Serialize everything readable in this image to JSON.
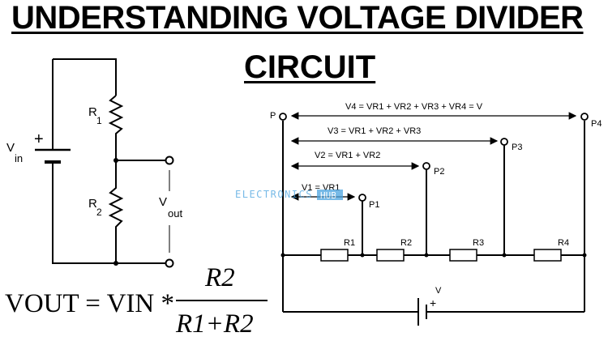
{
  "title": {
    "line1": "UNDERSTANDING VOLTAGE DIVIDER",
    "line2": "CIRCUIT"
  },
  "left_circuit": {
    "vin": "V",
    "vin_sub": "in",
    "plus": "+",
    "r1": "R",
    "r1_sub": "1",
    "r2": "R",
    "r2_sub": "2",
    "vout": "V",
    "vout_sub": "out"
  },
  "formula": {
    "lhs": "VOUT = VIN *",
    "numerator": "R2",
    "denominator": "R1+R2"
  },
  "right_circuit": {
    "eq_v4": "V4 = VR1 + VR2 + VR3 + VR4 = V",
    "eq_v3": "V3 = VR1 + VR2 + VR3",
    "eq_v2": "V2 = VR1 + VR2",
    "eq_v1": "V1 = VR1",
    "p": "P",
    "p1": "P1",
    "p2": "P2",
    "p3": "P3",
    "p4": "P4",
    "r1": "R1",
    "r2": "R2",
    "r3": "R3",
    "r4": "R4",
    "battery_v": "V",
    "battery_plus": "+"
  },
  "watermark": {
    "text_left": "ELECTRONICS",
    "text_badge": "HUB",
    "color": "#4aa3df"
  }
}
